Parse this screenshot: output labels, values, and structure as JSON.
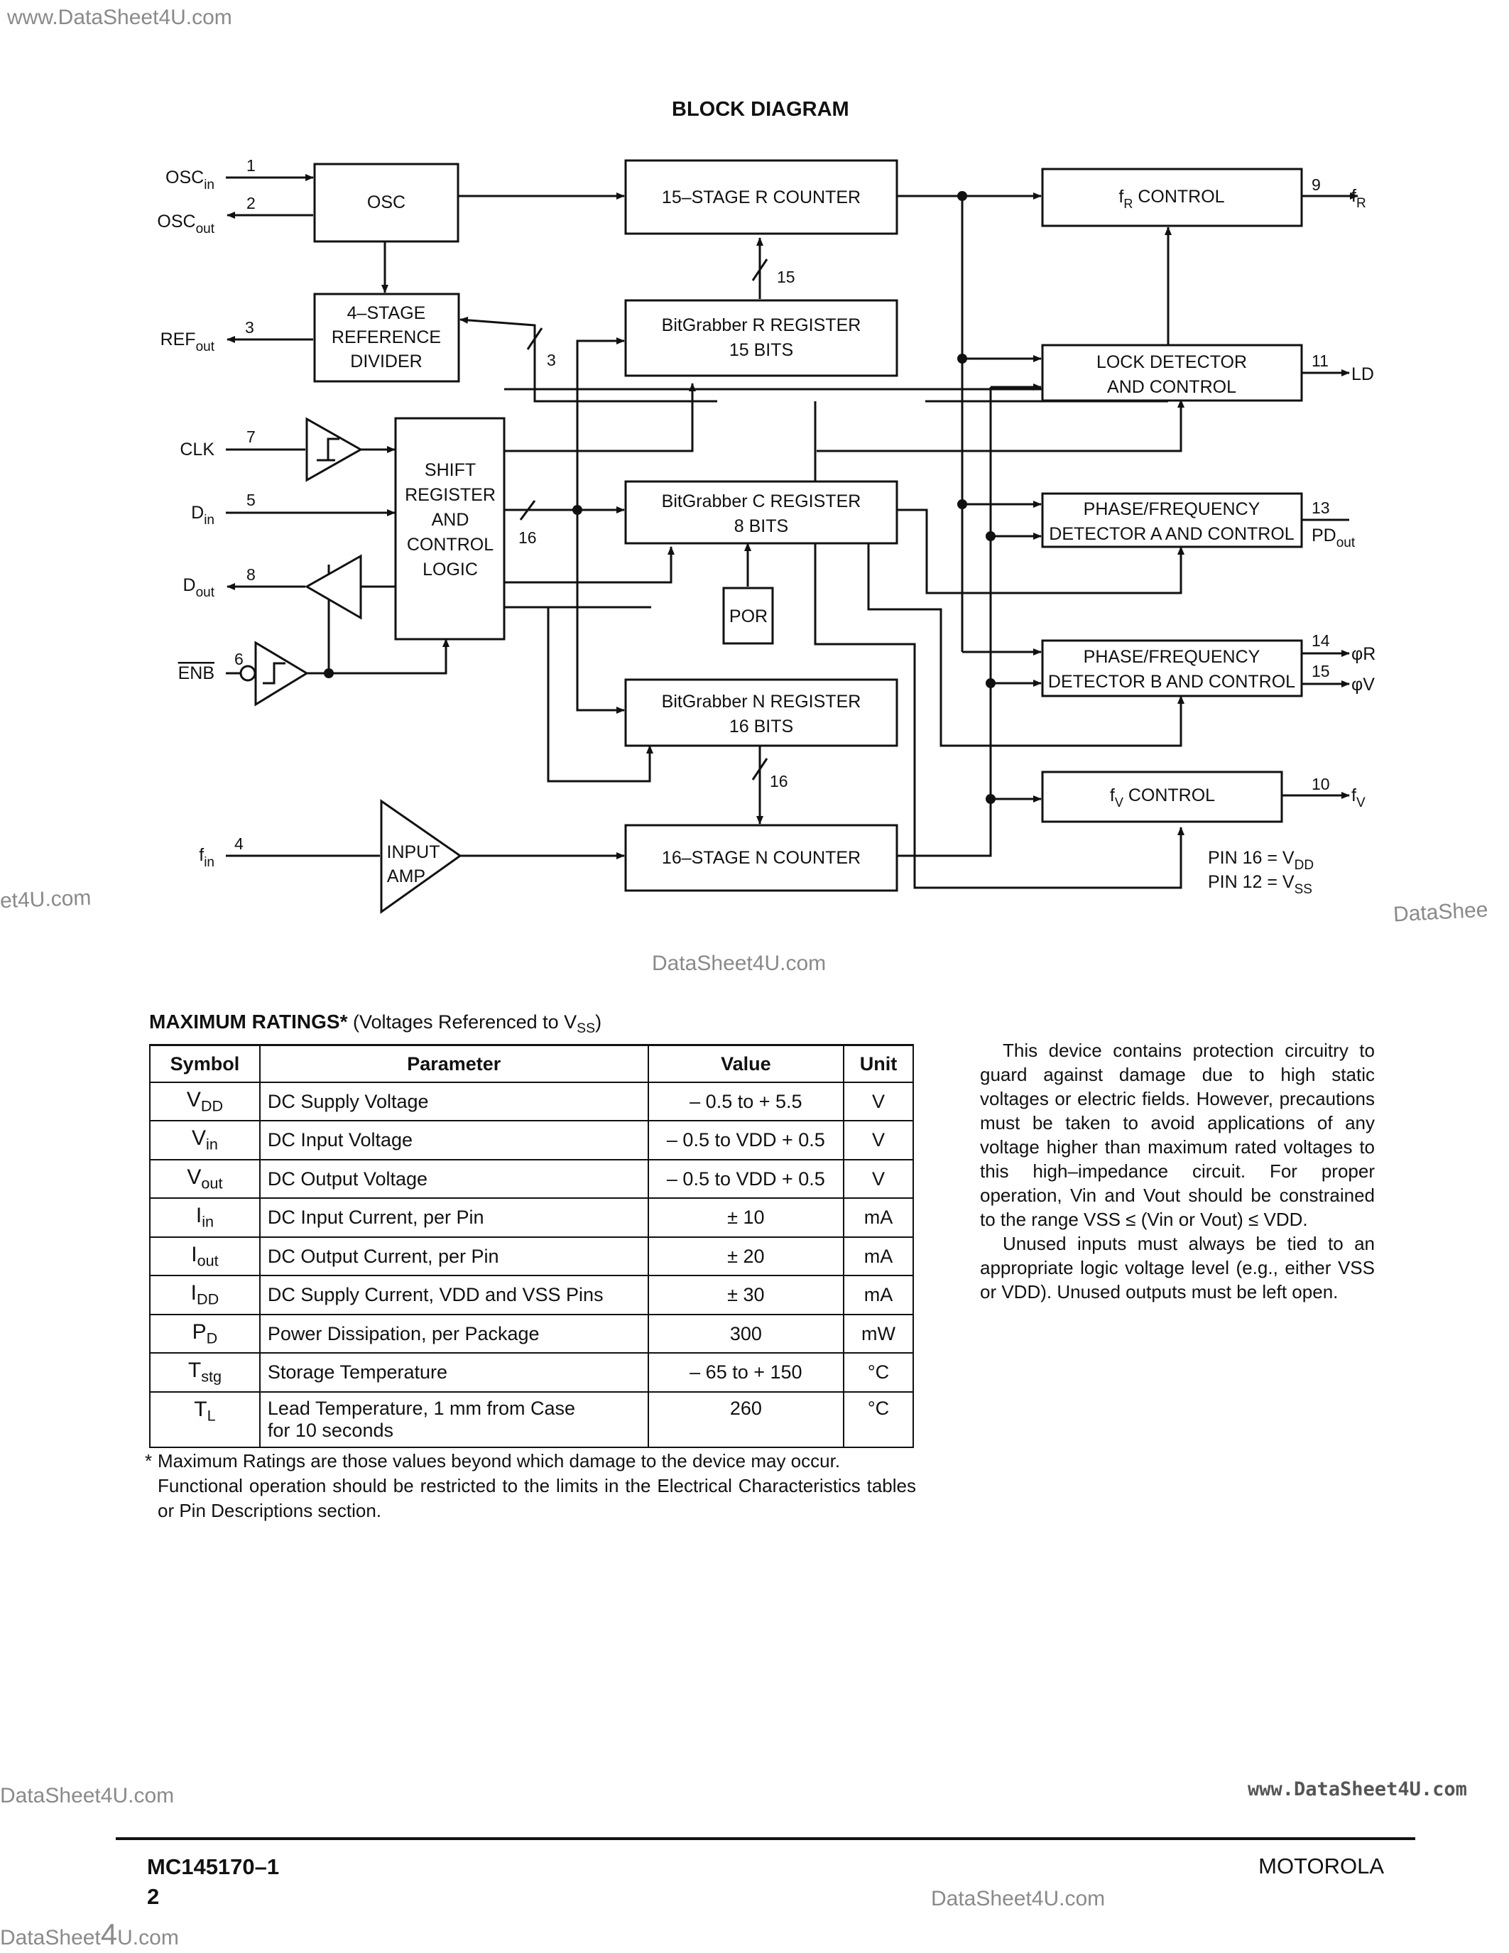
{
  "watermarks": {
    "top_left": "www.DataSheet4U.com",
    "left_mid": "et4U.com",
    "right_mid": "DataShee",
    "center": "DataSheet4U.com",
    "lower_left": "DataSheet4U.com",
    "lower_right": "www.DataSheet4U.com",
    "footer_center": "DataSheet4U.com",
    "bottom_left_a": "DataSheet",
    "bottom_left_b": "4",
    "bottom_left_c": "U.com"
  },
  "block_diagram": {
    "title": "BLOCK DIAGRAM",
    "blocks": {
      "osc": "OSC",
      "ref_divider": [
        "4–STAGE",
        "REFERENCE",
        "DIVIDER"
      ],
      "r_counter": "15–STAGE R COUNTER",
      "r_register": [
        "BitGrabber R REGISTER",
        "15 BITS"
      ],
      "c_register": [
        "BitGrabber C REGISTER",
        "8 BITS"
      ],
      "n_register": [
        "BitGrabber N REGISTER",
        "16 BITS"
      ],
      "n_counter": "16–STAGE N COUNTER",
      "shift_register": [
        "SHIFT",
        "REGISTER",
        "AND",
        "CONTROL",
        "LOGIC"
      ],
      "por": "POR",
      "input_amp": [
        "INPUT",
        "AMP"
      ],
      "fr_control_a": "f",
      "fr_control_sub": "R",
      "fr_control_b": " CONTROL",
      "lock_detector": [
        "LOCK DETECTOR",
        "AND CONTROL"
      ],
      "pd_a": [
        "PHASE/FREQUENCY",
        "DETECTOR A AND CONTROL"
      ],
      "pd_b": [
        "PHASE/FREQUENCY",
        "DETECTOR B AND CONTROL"
      ],
      "fv_control_a": "f",
      "fv_control_sub": "V",
      "fv_control_b": " CONTROL"
    },
    "pins": {
      "osc_in": {
        "base": "OSC",
        "sub": "in",
        "num": "1"
      },
      "osc_out": {
        "base": "OSC",
        "sub": "out",
        "num": "2"
      },
      "ref_out": {
        "base": "REF",
        "sub": "out",
        "num": "3"
      },
      "clk": {
        "base": "CLK",
        "sub": "",
        "num": "7"
      },
      "din": {
        "base": "D",
        "sub": "in",
        "num": "5"
      },
      "dout": {
        "base": "D",
        "sub": "out",
        "num": "8"
      },
      "enb": {
        "base": "ENB",
        "sub": "",
        "num": "6"
      },
      "fin": {
        "base": "f",
        "sub": "in",
        "num": "4"
      },
      "fr": {
        "base": "f",
        "sub": "R",
        "num": "9"
      },
      "ld": {
        "base": "LD",
        "sub": "",
        "num": "11"
      },
      "pdout": {
        "base": "PD",
        "sub": "out",
        "num": "13"
      },
      "phi_r": {
        "base": "φR",
        "sub": "",
        "num": "14"
      },
      "phi_v": {
        "base": "φV",
        "sub": "",
        "num": "15"
      },
      "fv": {
        "base": "f",
        "sub": "V",
        "num": "10"
      }
    },
    "bus_widths": {
      "r_reg": "15",
      "ref": "3",
      "shift": "16",
      "n_reg": "16"
    },
    "power_notes": [
      {
        "a": "PIN 16 = V",
        "sub": "DD"
      },
      {
        "a": "PIN 12 = V",
        "sub": "SS"
      }
    ]
  },
  "max_ratings": {
    "heading": "MAXIMUM RATINGS*",
    "heading_note_a": " (Voltages Referenced to V",
    "heading_note_sub": "SS",
    "heading_note_b": ")",
    "columns": [
      "Symbol",
      "Parameter",
      "Value",
      "Unit"
    ],
    "rows": [
      {
        "sym": "V",
        "sub": "DD",
        "param": "DC Supply Voltage",
        "value": "– 0.5 to + 5.5",
        "unit": "V"
      },
      {
        "sym": "V",
        "sub": "in",
        "param": "DC Input Voltage",
        "value": "– 0.5 to VDD + 0.5",
        "unit": "V"
      },
      {
        "sym": "V",
        "sub": "out",
        "param": "DC Output Voltage",
        "value": "– 0.5 to VDD + 0.5",
        "unit": "V"
      },
      {
        "sym": "I",
        "sub": "in",
        "param": "DC Input Current, per Pin",
        "value": "± 10",
        "unit": "mA"
      },
      {
        "sym": "I",
        "sub": "out",
        "param": "DC Output Current, per Pin",
        "value": "± 20",
        "unit": "mA"
      },
      {
        "sym": "I",
        "sub": "DD",
        "param": "DC Supply Current, VDD and VSS Pins",
        "value": "± 30",
        "unit": "mA"
      },
      {
        "sym": "P",
        "sub": "D",
        "param": "Power Dissipation, per Package",
        "value": "300",
        "unit": "mW"
      },
      {
        "sym": "T",
        "sub": "stg",
        "param": "Storage Temperature",
        "value": "– 65 to + 150",
        "unit": "°C"
      },
      {
        "sym": "T",
        "sub": "L",
        "param": "Lead Temperature, 1 mm from Case",
        "param2": "for 10 seconds",
        "value": "260",
        "unit": "°C"
      }
    ],
    "footnote_star": "*",
    "footnote_line1": "Maximum Ratings are those values beyond which damage to the device may occur.",
    "footnote_rest": "Functional operation should be restricted to the limits in the Electrical Characteristics tables or Pin Descriptions section."
  },
  "side_text": {
    "para1": "This device contains protection circuitry to guard against damage due to high static voltages or electric fields. However, precautions must be taken to avoid applications of any voltage higher than maximum rated voltages to this high–impedance circuit. For proper operation, Vin and Vout should be constrained to the range VSS ≤ (Vin or Vout) ≤ VDD.",
    "para2": "Unused inputs must always be tied to an appropriate logic voltage level (e.g., either VSS or VDD). Unused outputs must be left open."
  },
  "footer": {
    "part_number": "MC145170–1",
    "page": "2",
    "brand": "MOTOROLA"
  }
}
